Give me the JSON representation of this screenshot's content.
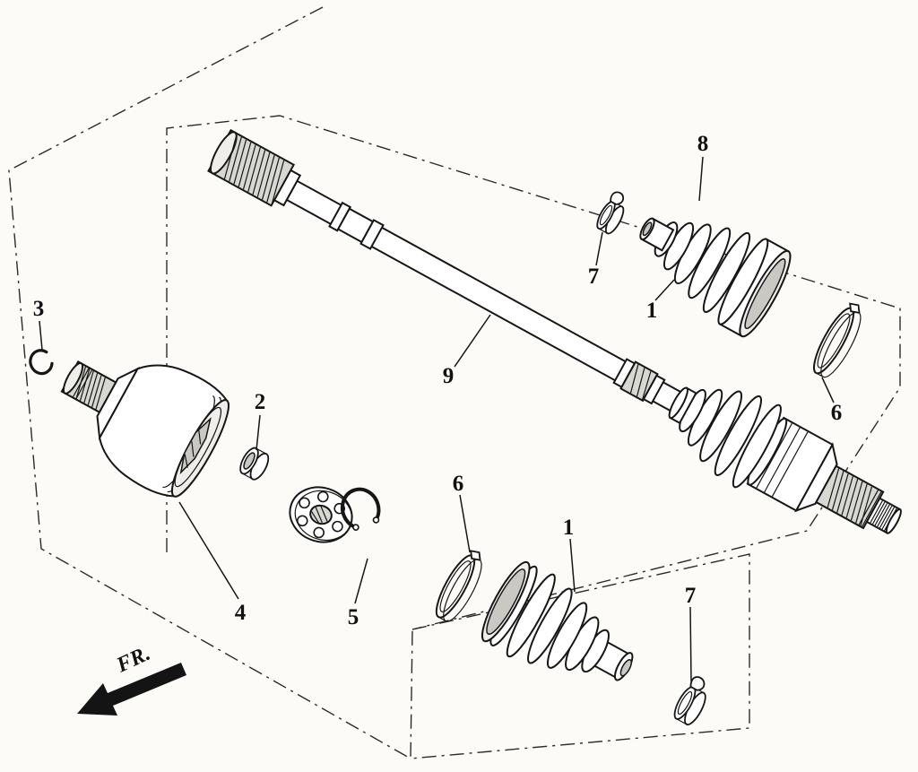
{
  "colors": {
    "ink": "#161616",
    "paper": "#fcfbf8",
    "shade": "#d8d8d3"
  },
  "fr_arrow": {
    "label": "FR."
  },
  "callouts": [
    {
      "id": "c3",
      "label": "3"
    },
    {
      "id": "c8",
      "label": "8"
    },
    {
      "id": "c7-upper",
      "label": "7"
    },
    {
      "id": "c1-upper",
      "label": "1"
    },
    {
      "id": "c6-upper",
      "label": "6"
    },
    {
      "id": "c9",
      "label": "9"
    },
    {
      "id": "c2",
      "label": "2"
    },
    {
      "id": "c4",
      "label": "4"
    },
    {
      "id": "c5",
      "label": "5"
    },
    {
      "id": "c6-lower",
      "label": "6"
    },
    {
      "id": "c1-lower",
      "label": "1"
    },
    {
      "id": "c7-lower",
      "label": "7"
    }
  ]
}
